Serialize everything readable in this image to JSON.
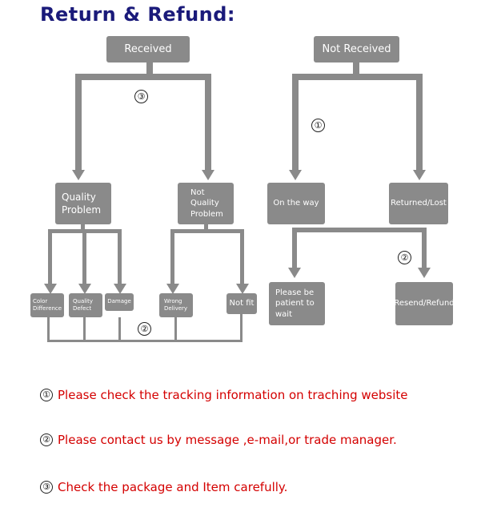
{
  "title": "Return & Refund:",
  "boxes": {
    "received": "Received",
    "not_received": "Not Received",
    "quality_problem": "Quality\nProblem",
    "not_quality_problem": "Not\nQuality\nProblem",
    "on_the_way": "On the way",
    "returned_lost": "Returned/Lost",
    "color_difference": "Color\nDifference",
    "quality_defect": "Quality\nDefect",
    "damage": "Damage",
    "wrong_delivery": "Wrong\nDelivery",
    "not_fit": "Not fit",
    "please_be_patient": "Please be\npatient to\nwait",
    "resend_refund": "Resend/Refund"
  },
  "markers": [
    "①",
    "②",
    "③"
  ],
  "notes": [
    {
      "marker": "①",
      "text": "Please check the tracking information on traching website"
    },
    {
      "marker": "②",
      "text": "Please contact us by message ,e-mail,or trade manager."
    },
    {
      "marker": "③",
      "text": "Check the package and Item carefully."
    }
  ]
}
